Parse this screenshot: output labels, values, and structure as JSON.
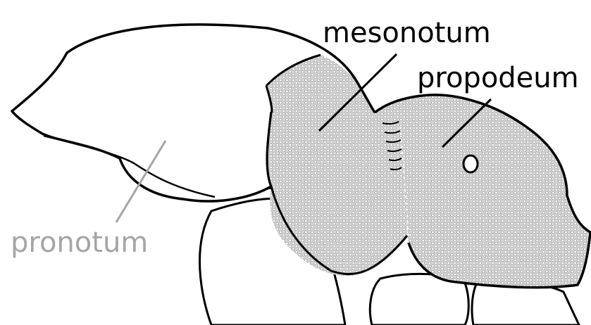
{
  "labels": {
    "mesonotum": "mesonotum",
    "propodeum": "propodeum",
    "pronotum": "pronotum"
  },
  "colors": {
    "outline": "#000000",
    "sculpture_fill": "#d6d6d6",
    "sculpture_cell": "#ffffff",
    "pronotum_label": "#a5a5a5",
    "background": "#ffffff"
  }
}
